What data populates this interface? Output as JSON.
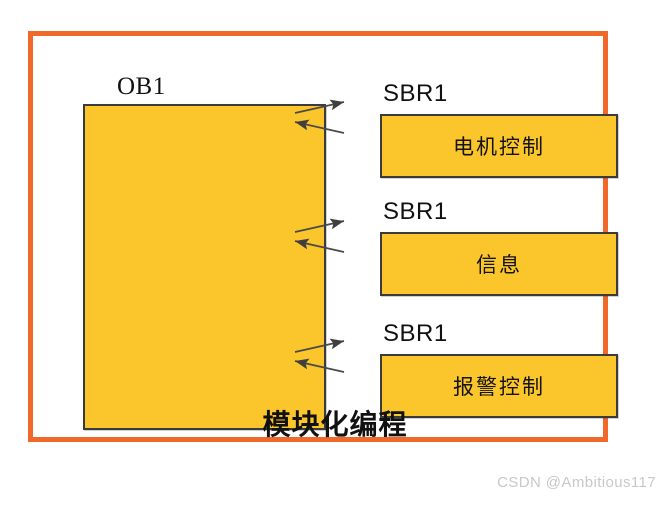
{
  "diagram": {
    "title_bottom": "模块化编程",
    "main_block": {
      "label": "OB1",
      "body_text": ""
    },
    "sub_blocks": [
      {
        "label": "SBR1",
        "text": "电机控制"
      },
      {
        "label": "SBR1",
        "text": "信息"
      },
      {
        "label": "SBR1",
        "text": "报警控制"
      }
    ],
    "connectors": [
      {
        "direction": "call",
        "from": "OB1",
        "to": "SBR1"
      },
      {
        "direction": "return",
        "from": "SBR1",
        "to": "OB1"
      }
    ]
  },
  "colors": {
    "frame_orange": "#f1692a",
    "block_yellow": "#fbc52c",
    "block_border": "#3b3b3b",
    "arrow": "#4a4a4a",
    "text": "#111111",
    "watermark": "#c8c8c8",
    "background": "#ffffff"
  },
  "watermark": "CSDN @Ambitious117"
}
